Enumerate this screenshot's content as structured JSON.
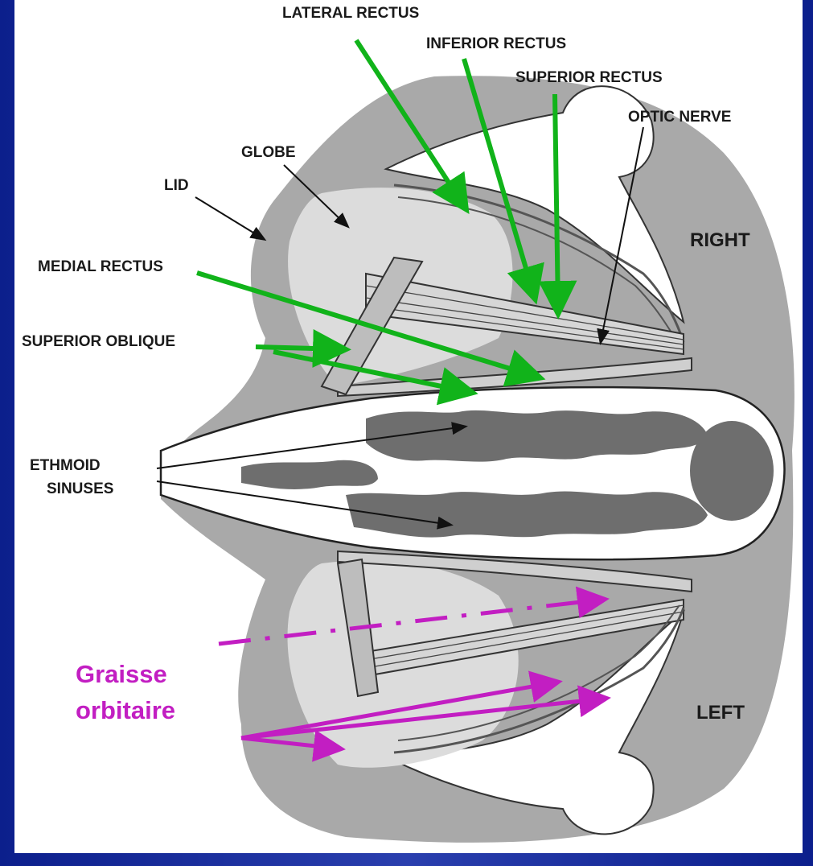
{
  "labels": {
    "lateral_rectus": "LATERAL RECTUS",
    "inferior_rectus": "INFERIOR RECTUS",
    "superior_rectus": "SUPERIOR RECTUS",
    "optic_nerve": "OPTIC NERVE",
    "globe": "GLOBE",
    "lid": "LID",
    "right": "RIGHT",
    "medial_rectus": "MEDIAL RECTUS",
    "superior_oblique": "SUPERIOR OBLIQUE",
    "ethmoid_line1": "ETHMOID",
    "ethmoid_line2": "SINUSES",
    "left": "LEFT"
  },
  "annotation": {
    "line1": "Graisse",
    "line2": "orbitaire"
  },
  "colors": {
    "slide_background": "#1b2f9a",
    "green_arrow": "#11b31a",
    "magenta_arrow": "#c21ec2",
    "tissue_gray": "#a9a9a9",
    "globe_light": "#dcdcdc",
    "sinus_dark": "#6e6e6e"
  }
}
